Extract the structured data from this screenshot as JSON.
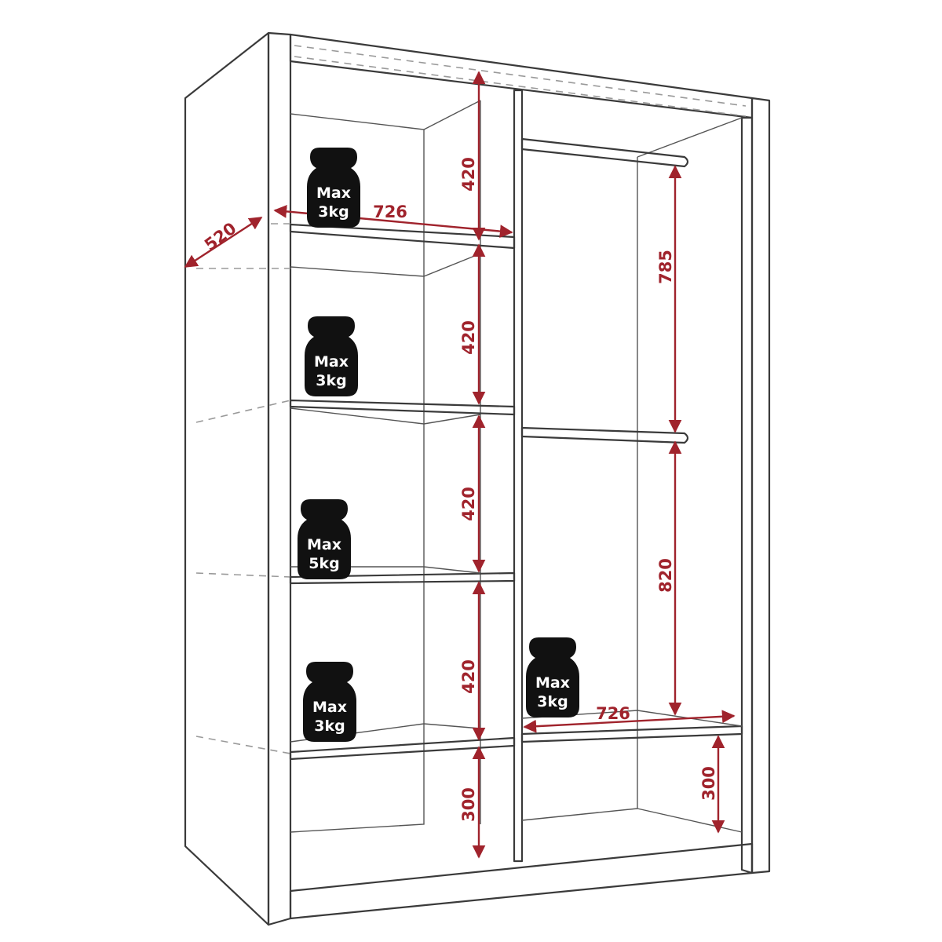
{
  "dimensions": {
    "depth": "520",
    "shelf_width_left": "726",
    "shelf_width_right": "726",
    "left_gaps": [
      "420",
      "420",
      "420",
      "420",
      "300"
    ],
    "right_upper_gap": "785",
    "right_middle_gap": "820",
    "right_bottom_gap": "300"
  },
  "weights": [
    {
      "line1": "Max",
      "line2": "3kg"
    },
    {
      "line1": "Max",
      "line2": "3kg"
    },
    {
      "line1": "Max",
      "line2": "5kg"
    },
    {
      "line1": "Max",
      "line2": "3kg"
    },
    {
      "line1": "Max",
      "line2": "3kg"
    }
  ],
  "colors": {
    "dimension": "#a0232c",
    "outline": "#3a3a3a",
    "weight": "#111111"
  }
}
